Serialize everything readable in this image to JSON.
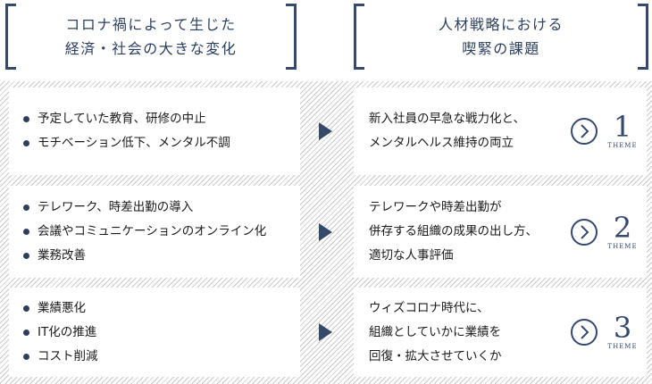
{
  "headers": {
    "left": {
      "line1": "コロナ禍によって生じた",
      "line2": "経済・社会の大きな変化"
    },
    "right": {
      "line1": "人材戦略における",
      "line2": "喫緊の課題"
    }
  },
  "rows": [
    {
      "changes": [
        "予定していた教育、研修の中止",
        "モチベーション低下、メンタル不調"
      ],
      "issue": [
        "新入社員の早急な戦力化と、",
        "メンタルヘルス維持の両立"
      ],
      "theme_number": "1",
      "theme_label": "THEME"
    },
    {
      "changes": [
        "テレワーク、時差出勤の導入",
        "会議やコミュニケーションのオンライン化",
        "業務改善"
      ],
      "issue": [
        "テレワークや時差出勤が",
        "併存する組織の成果の出し方、",
        "適切な人事評価"
      ],
      "theme_number": "2",
      "theme_label": "THEME"
    },
    {
      "changes": [
        "業績悪化",
        "IT化の推進",
        "コスト削減"
      ],
      "issue": [
        "ウィズコロナ時代に、",
        "組織としていかに業績を",
        "回復・拡大させていくか"
      ],
      "theme_number": "3",
      "theme_label": "THEME"
    }
  ],
  "icons": {
    "bullet": "bullet-dot-icon",
    "flow_arrow": "triangle-right-icon",
    "theme_link": "chevron-circle-right-icon"
  },
  "colors": {
    "navy": "#34496b",
    "hatch": "#c9c9c9"
  }
}
